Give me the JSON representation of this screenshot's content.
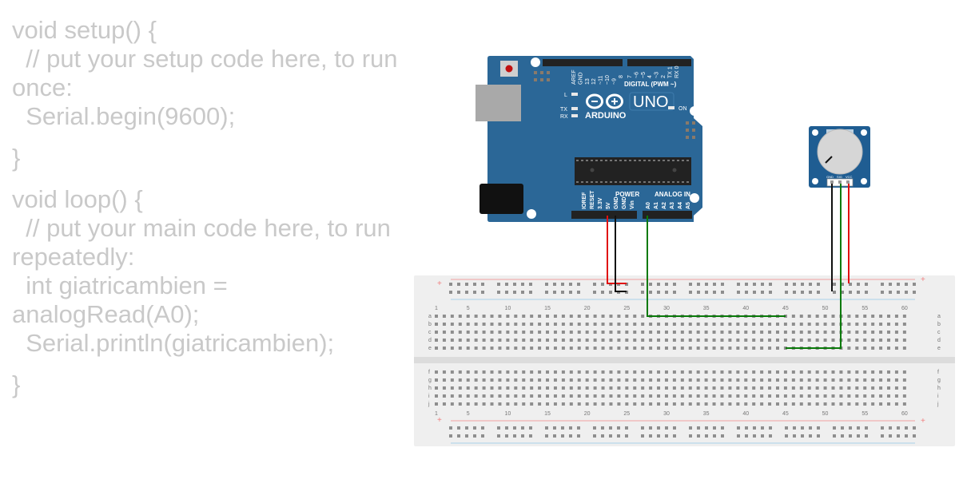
{
  "code": {
    "lines": [
      "void setup() {",
      "  // put your setup code here, to run once:",
      "  Serial.begin(9600);",
      "",
      "}",
      "",
      "void loop() {",
      "  // put your main code here, to run repeatedly:",
      "  int giatricambien = analogRead(A0);",
      "  Serial.println(giatricambien);",
      "",
      "}"
    ]
  },
  "arduino": {
    "brand": "ARDUINO",
    "model": "UNO",
    "digital_label": "DIGITAL (PWM ~)",
    "power_label": "POWER",
    "analog_label": "ANALOG IN",
    "led_labels": [
      "L",
      "TX",
      "RX",
      "ON"
    ],
    "digital_pins": [
      "AREF",
      "GND",
      "13",
      "12",
      "~11",
      "~10",
      "~9",
      "8",
      "7",
      "~6",
      "~5",
      "4",
      "~3",
      "2",
      "TX 1",
      "RX 0"
    ],
    "power_pins": [
      "IOREF",
      "RESET",
      "3.3V",
      "5V",
      "GND",
      "GND",
      "Vin"
    ],
    "analog_pins": [
      "A0",
      "A1",
      "A2",
      "A3",
      "A4",
      "A5"
    ],
    "board_color": "#2b6797"
  },
  "potentiometer": {
    "pins": [
      "GND",
      "SIG",
      "VCC"
    ],
    "board_color": "#1f5d92"
  },
  "breadboard": {
    "column_labels": [
      "1",
      "5",
      "10",
      "15",
      "20",
      "25",
      "30",
      "35",
      "40",
      "45",
      "50",
      "55",
      "60"
    ],
    "row_labels_top": [
      "a",
      "b",
      "c",
      "d",
      "e"
    ],
    "row_labels_bottom": [
      "f",
      "g",
      "h",
      "i",
      "j"
    ],
    "rail_plus": "+",
    "rail_minus": "-"
  },
  "wire_colors": {
    "power": "#e01010",
    "ground": "#111111",
    "signal": "#0a7a0a"
  }
}
